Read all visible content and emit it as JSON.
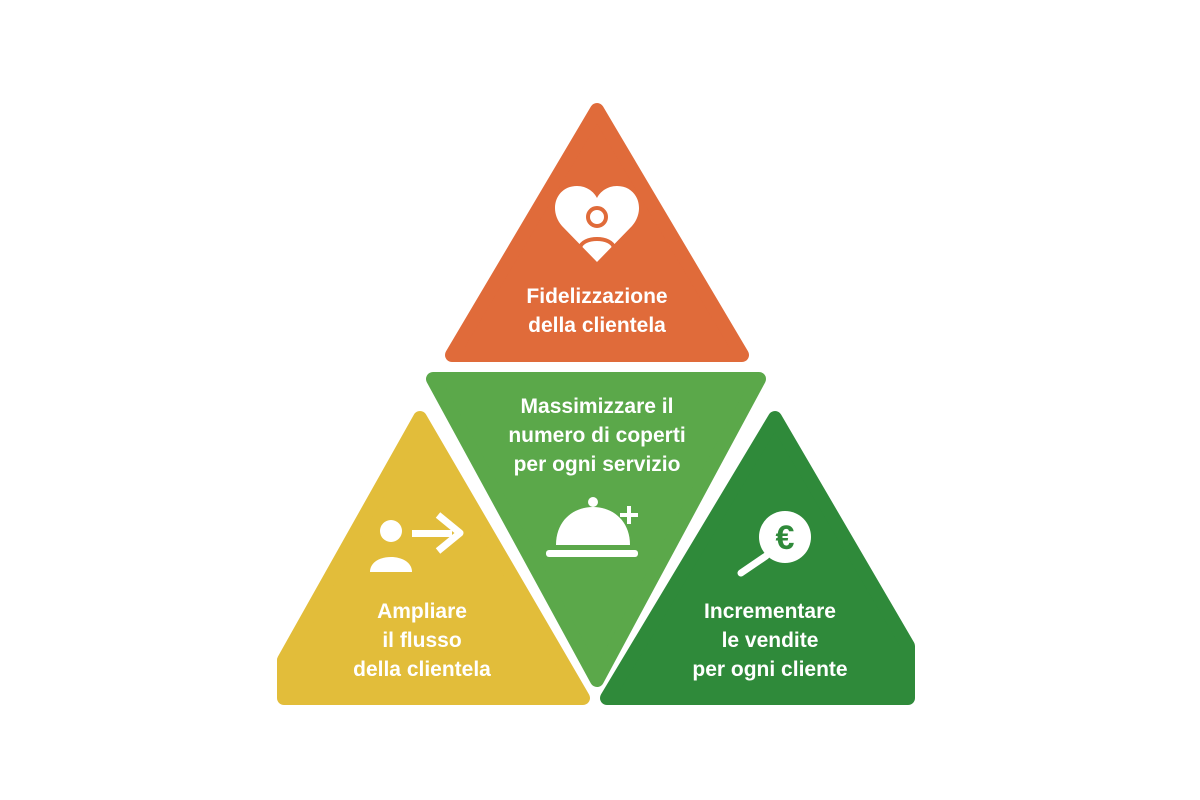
{
  "colors": {
    "top": "#E06B3A",
    "center": "#5BA84A",
    "left": "#E2BD3A",
    "right": "#2F8A3A",
    "text": "#FFFFFF"
  },
  "segments": {
    "top": {
      "icon": "heart-person-icon",
      "lines": [
        "Fidelizzazione",
        "della clientela"
      ]
    },
    "center": {
      "icon": "cloche-plus-icon",
      "lines": [
        "Massimizzare il",
        "numero di coperti",
        "per ogni servizio"
      ]
    },
    "left": {
      "icon": "person-arrow-icon",
      "lines": [
        "Ampliare",
        "il flusso",
        "della clientela"
      ]
    },
    "right": {
      "icon": "euro-magnifier-icon",
      "lines": [
        "Incrementare",
        "le vendite",
        "per ogni cliente"
      ]
    }
  }
}
